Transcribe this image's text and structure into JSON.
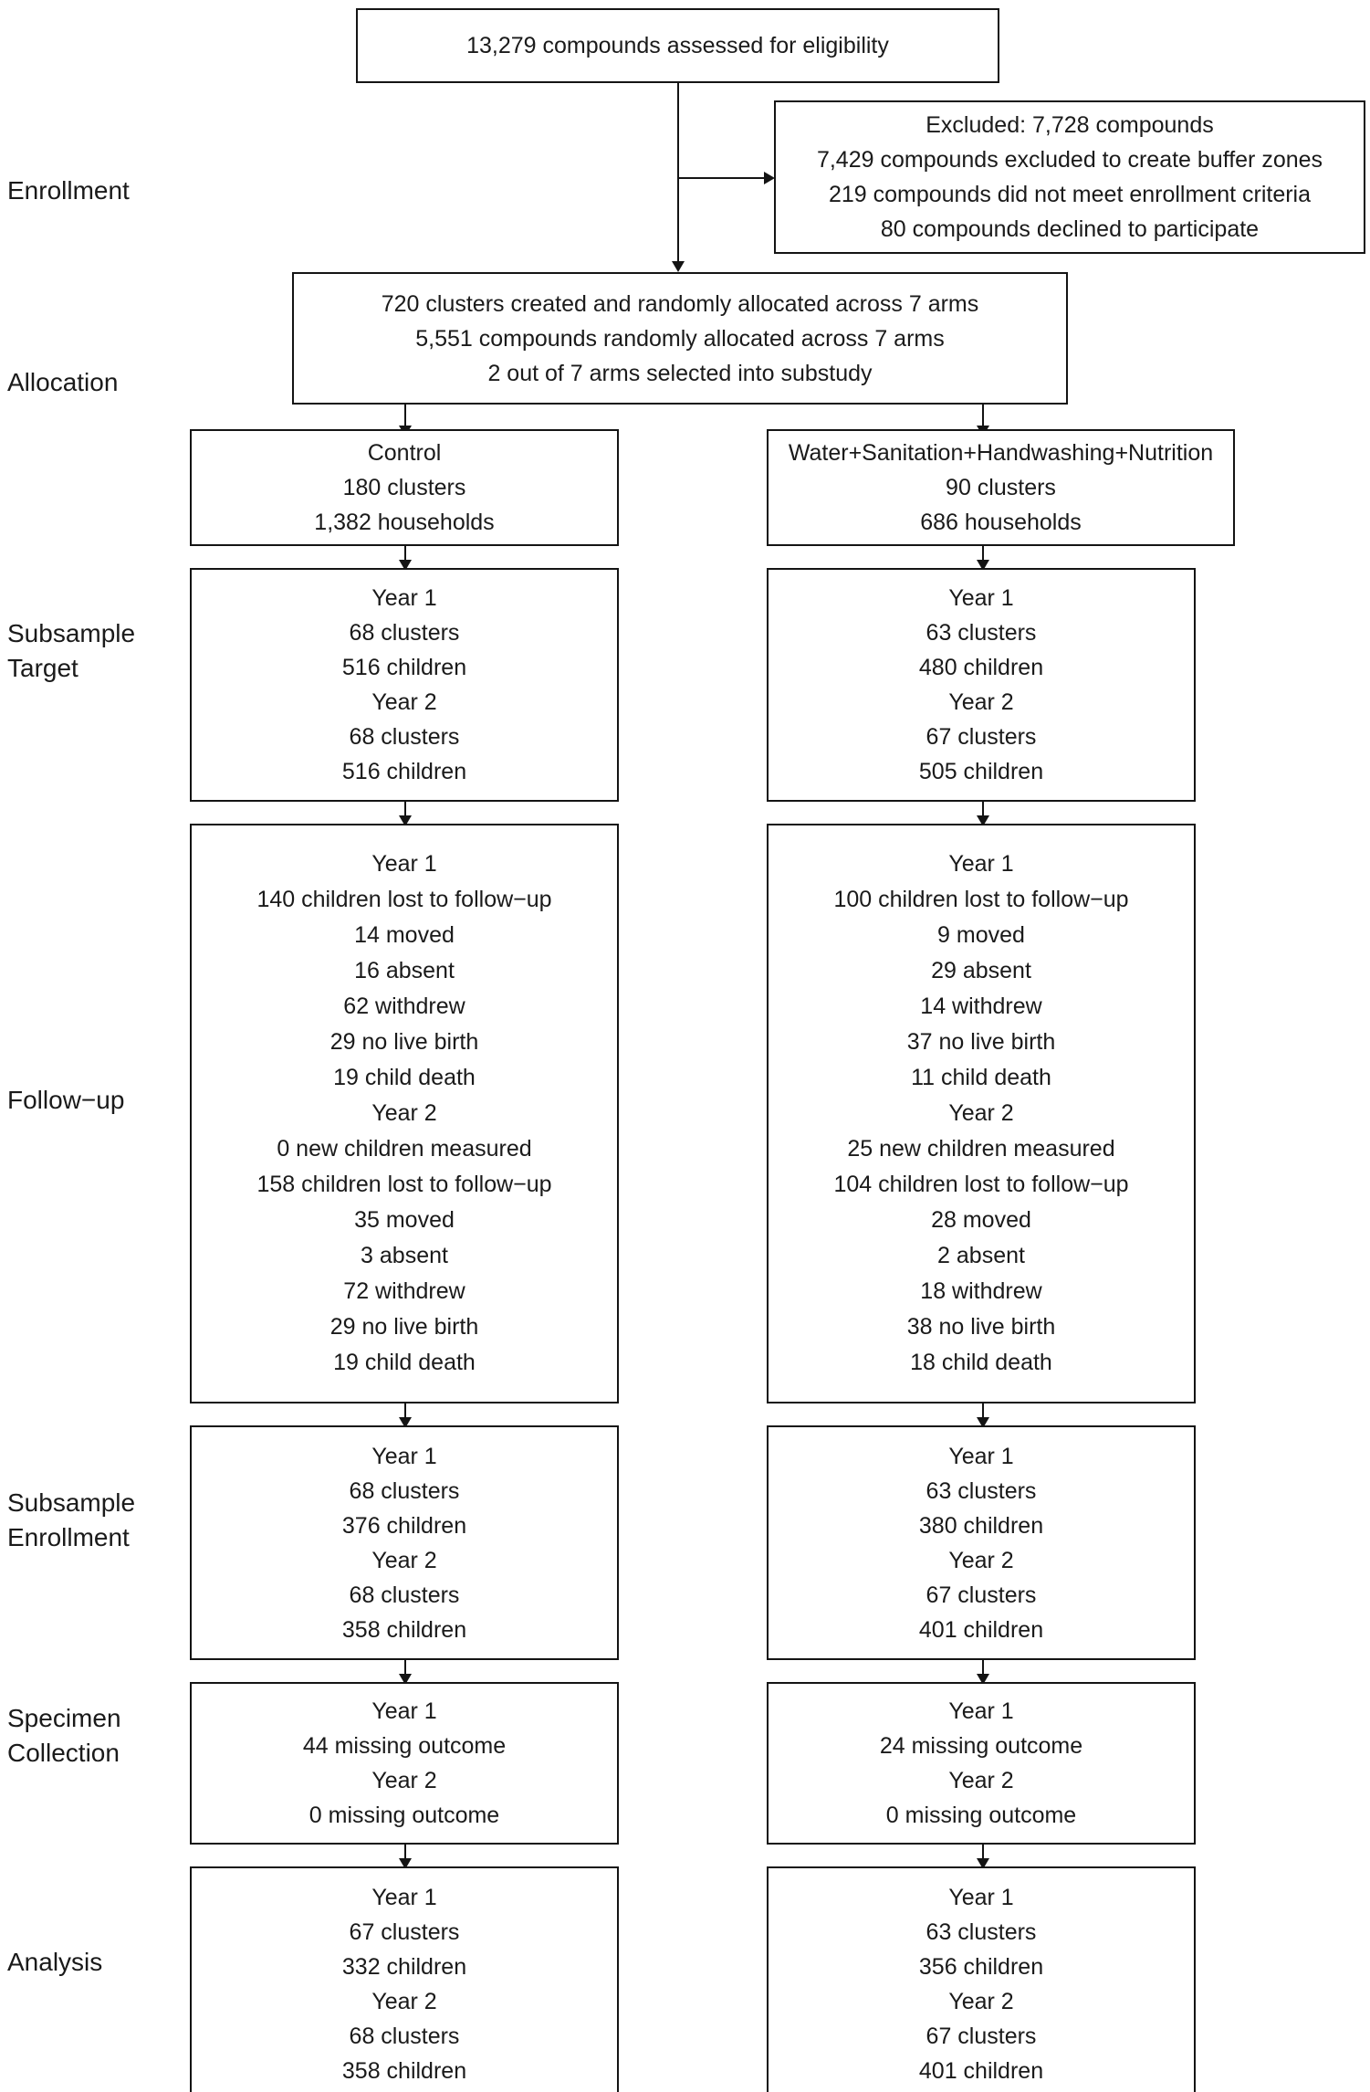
{
  "diagram": {
    "type": "consort-flow-diagram",
    "stage_labels": [
      {
        "id": "enrollment",
        "text": "Enrollment"
      },
      {
        "id": "allocation",
        "text": "Allocation"
      },
      {
        "id": "subsample-target",
        "text": "Subsample\nTarget"
      },
      {
        "id": "follow-up",
        "text": "Follow−up"
      },
      {
        "id": "subsample-enrollment",
        "text": "Subsample\nEnrollment"
      },
      {
        "id": "specimen-collection",
        "text": "Specimen\nCollection"
      },
      {
        "id": "analysis",
        "text": "Analysis"
      }
    ],
    "nodes": {
      "assessed": {
        "lines": [
          "13,279 compounds assessed for eligibility"
        ]
      },
      "excluded": {
        "lines": [
          "Excluded: 7,728 compounds",
          "7,429 compounds excluded to create buffer zones",
          "219 compounds did not meet enrollment criteria",
          "80 compounds declined to participate"
        ]
      },
      "allocation": {
        "lines": [
          "720 clusters created and randomly allocated across 7 arms",
          "5,551 compounds randomly allocated across 7 arms",
          "2 out of 7 arms selected into substudy"
        ]
      },
      "arm_control_header": {
        "lines": [
          "Control",
          "180 clusters",
          "1,382 households"
        ]
      },
      "arm_wshn_header": {
        "lines": [
          "Water+Sanitation+Handwashing+Nutrition",
          "90 clusters",
          "686 households"
        ]
      },
      "target_control": {
        "lines": [
          "Year 1",
          "68 clusters",
          "516 children",
          "Year 2",
          "68 clusters",
          "516 children"
        ]
      },
      "target_wshn": {
        "lines": [
          "Year 1",
          "63 clusters",
          "480 children",
          "Year 2",
          "67 clusters",
          "505 children"
        ]
      },
      "followup_control": {
        "lines": [
          "Year 1",
          "140 children lost to follow−up",
          "14 moved",
          "16 absent",
          "62 withdrew",
          "29 no live birth",
          "19 child death",
          "Year 2",
          "0 new children measured",
          "158 children lost to follow−up",
          "35 moved",
          "3 absent",
          "72 withdrew",
          "29 no live birth",
          "19 child death"
        ]
      },
      "followup_wshn": {
        "lines": [
          "Year 1",
          "100 children lost to follow−up",
          "9 moved",
          "29 absent",
          "14 withdrew",
          "37 no live birth",
          "11 child death",
          "Year 2",
          "25 new children measured",
          "104 children lost to follow−up",
          "28 moved",
          "2 absent",
          "18 withdrew",
          "38 no live birth",
          "18 child death"
        ]
      },
      "enrollment_control": {
        "lines": [
          "Year 1",
          "68 clusters",
          "376 children",
          "Year 2",
          "68 clusters",
          "358 children"
        ]
      },
      "enrollment_wshn": {
        "lines": [
          "Year 1",
          "63 clusters",
          "380 children",
          "Year 2",
          "67 clusters",
          "401 children"
        ]
      },
      "specimen_control": {
        "lines": [
          "Year 1",
          "44 missing outcome",
          "Year 2",
          "0 missing outcome"
        ]
      },
      "specimen_wshn": {
        "lines": [
          "Year 1",
          "24 missing outcome",
          "Year 2",
          "0 missing outcome"
        ]
      },
      "analysis_control": {
        "lines": [
          "Year 1",
          "67 clusters",
          "332 children",
          "Year 2",
          "68 clusters",
          "358 children"
        ]
      },
      "analysis_wshn": {
        "lines": [
          "Year 1",
          "63 clusters",
          "356 children",
          "Year 2",
          "67 clusters",
          "401 children"
        ]
      }
    },
    "colors": {
      "border": "#141414",
      "text": "#1a1a1a",
      "background": "#ffffff"
    }
  }
}
